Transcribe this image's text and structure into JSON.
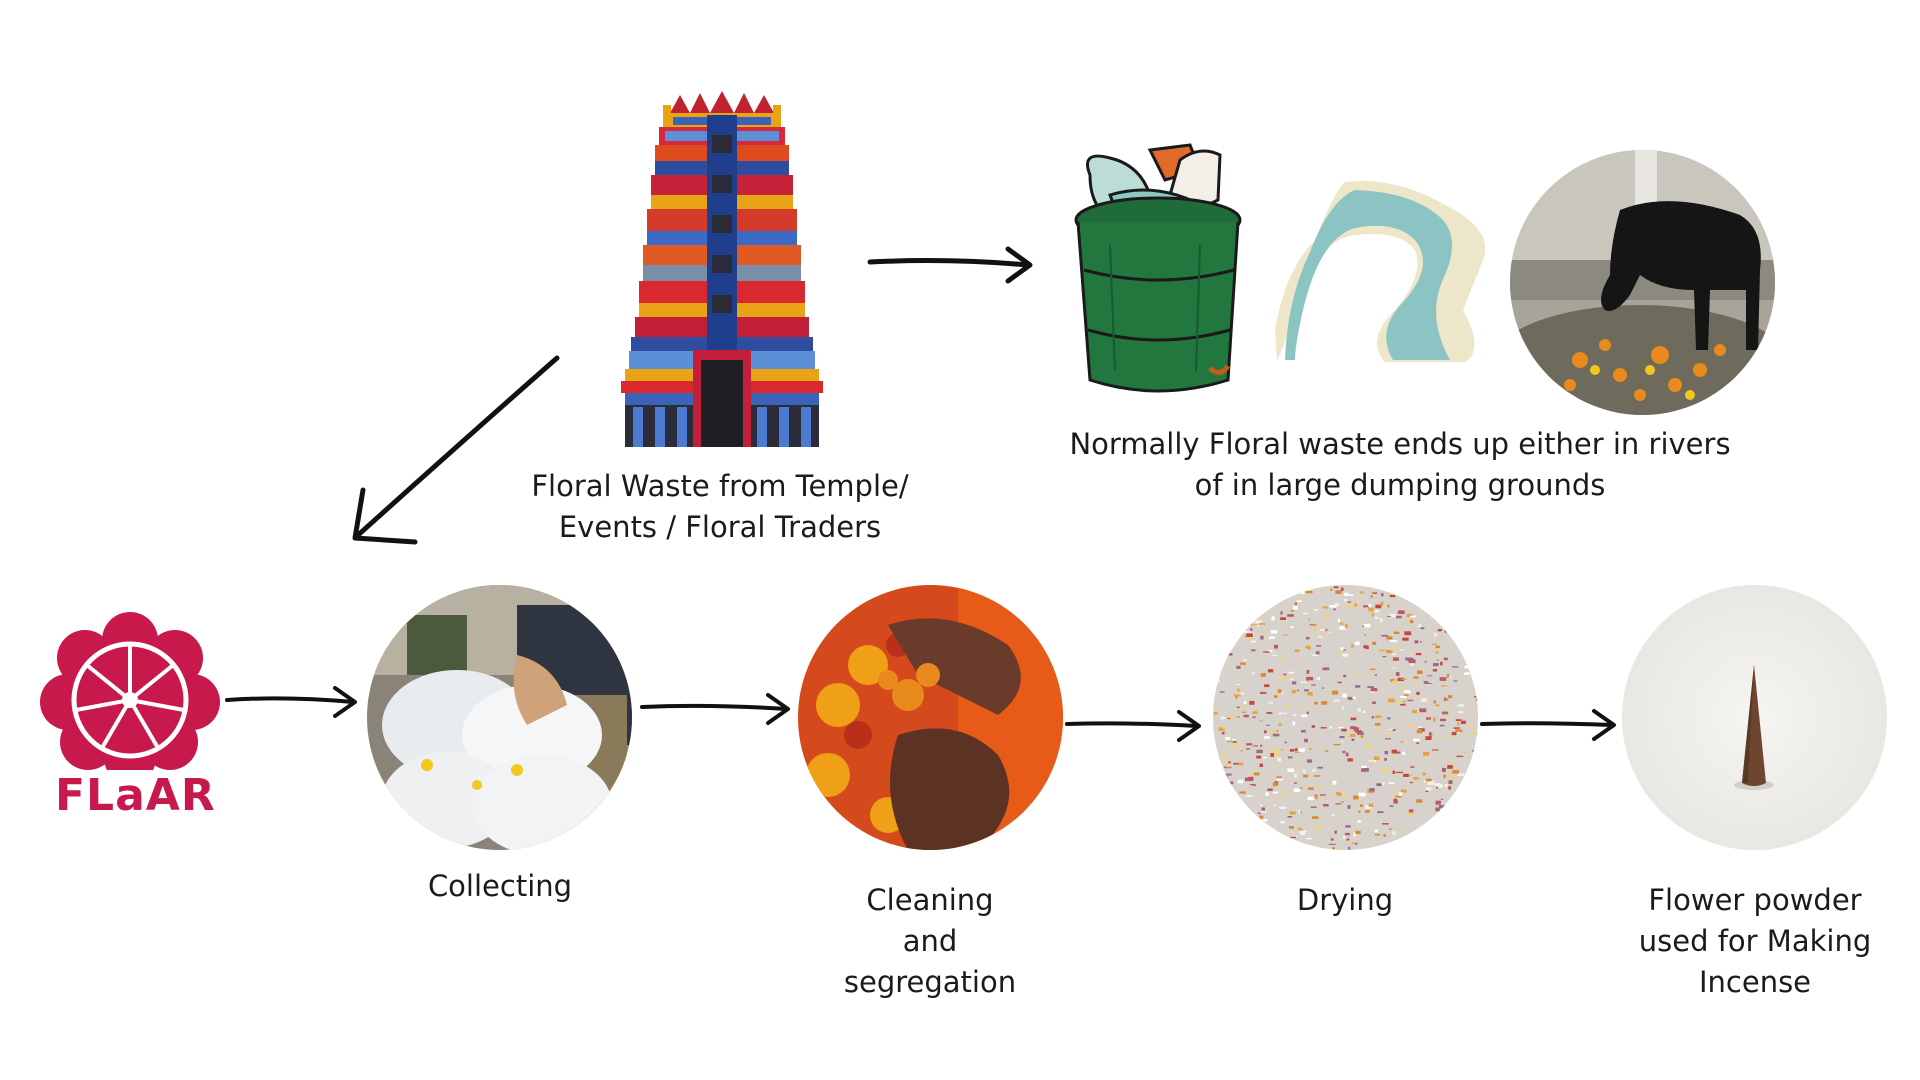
{
  "temple": {
    "caption_line1": "Floral Waste from Temple/",
    "caption_line2": "Events / Floral Traders"
  },
  "disposal": {
    "caption_line1": "Normally Floral waste ends up either in rivers",
    "caption_line2": "of in large dumping grounds"
  },
  "logo": {
    "text": "FLaAR",
    "color": "#c8194d"
  },
  "steps": [
    {
      "lines": [
        "Collecting"
      ]
    },
    {
      "lines": [
        "Cleaning",
        "and",
        "segregation"
      ]
    },
    {
      "lines": [
        "Drying"
      ]
    },
    {
      "lines": [
        "Flower powder",
        "used for Making",
        "Incense"
      ]
    }
  ],
  "colors": {
    "arrow": "#111111",
    "bin_green": "#1f6b3a",
    "river": "#8cc4c4",
    "brand": "#c8194d"
  }
}
